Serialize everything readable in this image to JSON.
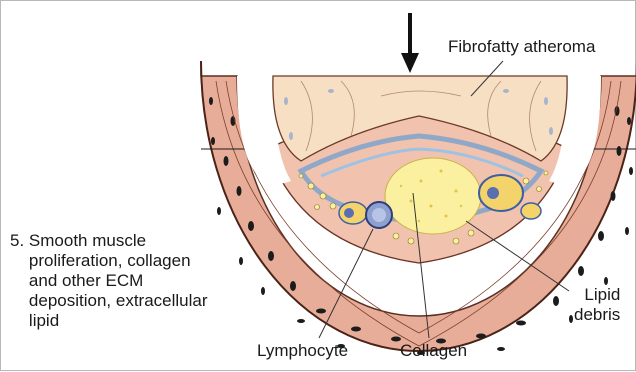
{
  "labels": {
    "fibrofatty": "Fibrofatty atheroma",
    "lipid_debris": "Lipid\ndebris",
    "lymphocyte": "Lymphocyte",
    "collagen": "Collagen"
  },
  "stage": {
    "number": "5.",
    "text": "Smooth muscle\nproliferation, collagen\nand other ECM\ndeposition, extracellular\nlipid"
  },
  "colors": {
    "media": "#e9b29f",
    "intima": "#f3c9b6",
    "atheroma": "#f7e2c6",
    "lipid_core": "#fbf2a2",
    "collagen": "#8ab4d8",
    "nuclei": "#1c1c1c"
  }
}
